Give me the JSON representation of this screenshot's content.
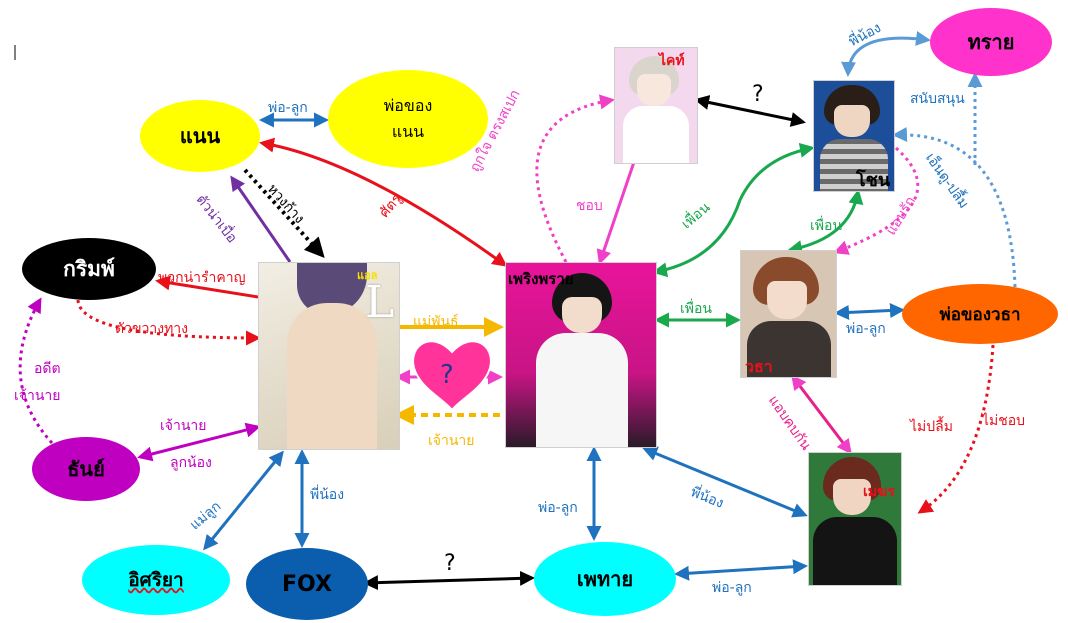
{
  "nodes": {
    "nan": "แนน",
    "father_nan_line1": "พ่อของ",
    "father_nan_line2": "แนน",
    "grim": "กริมพ์",
    "than": "ธันย์",
    "isariya": "อิศริยา",
    "fox": "FOX",
    "phethai": "เพทาย",
    "sai": "ทราย",
    "father_watha": "พ่อของวธา"
  },
  "pictures": {
    "l_top": "แอล",
    "l_big": "L",
    "phloeng": "เพริงพราย",
    "kai": "ไคท์",
    "chon": "โชน",
    "watha": "วธา",
    "mehr": "เมฆร"
  },
  "edges": {
    "por_luk_nan": "พ่อ-ลูก",
    "sattru": "ศัตรู",
    "huangkang": "หวงก้าง",
    "tua_naobua": "ตัวน่าเบื่อ",
    "phuak_namrakhan": "พวกน่ารำคาญ",
    "tua_khwang": "ตัวขวางทาง",
    "adit": "อดีต",
    "chaonai_left": "เจ้านาย",
    "chaonai_than": "เจ้านาย",
    "luknong": "ลูกน้อง",
    "mae_luk": "แม่ลูก",
    "phi_nong_fox": "พี่น้อง",
    "maephan": "แม่พันธ์",
    "chaonai_mid": "เจ้านาย",
    "thuk_chai": "ถูกใจ ตรงสเปก",
    "chop": "ชอบ",
    "phuean_chon": "เพื่อน",
    "phuean_watha_chon": "เพื่อน",
    "phuean_watha": "เพื่อน",
    "phi_nong_sai": "พี่น้อง",
    "sanapsanun": "สนับสนุน",
    "en_du": "เอ็นดู-ปลื้ม",
    "aep_rak": "แอบรัก",
    "por_luk_watha": "พ่อ-ลูก",
    "aep_khop": "แอบคบกัน",
    "mai_plum": "ไม่ปลื้ม",
    "mai_chop": "ไม่ชอบ",
    "phi_nong_mehr": "พี่น้อง",
    "por_luk_phethai": "พ่อ-ลูก",
    "por_luk_bottom": "พ่อ-ลูก",
    "q_fox": "?",
    "q_kai": "?",
    "q_heart": "?"
  },
  "colors": {
    "yellow": "#FFFF00",
    "black": "#000000",
    "purple": "#C000C0",
    "cyan": "#00FFFF",
    "navy": "#0B5DAD",
    "magenta": "#FF33CC",
    "orange": "#FF6600",
    "red": "#E8101A",
    "blue": "#1F72BE",
    "green": "#19A84E",
    "gold": "#F5B800",
    "pink": "#F040C8",
    "violet": "#7030A0",
    "lightblue": "#5B9BD5",
    "heart": "#FF3399"
  }
}
